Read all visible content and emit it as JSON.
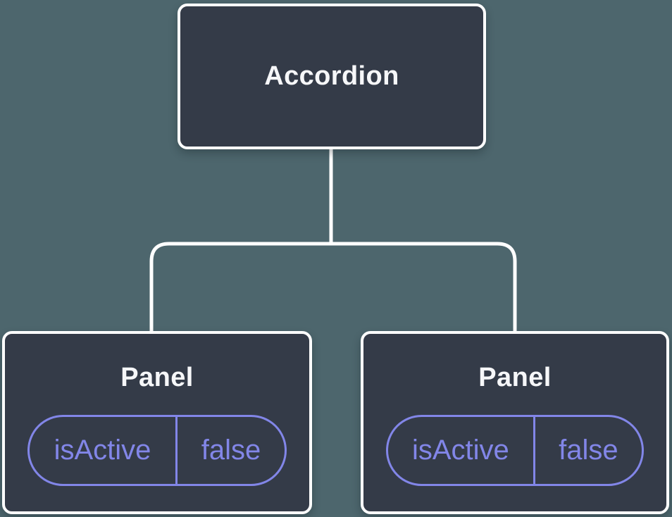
{
  "tree": {
    "root": {
      "label": "Accordion"
    },
    "children": [
      {
        "label": "Panel",
        "state": {
          "key": "isActive",
          "value": "false"
        }
      },
      {
        "label": "Panel",
        "state": {
          "key": "isActive",
          "value": "false"
        }
      }
    ]
  },
  "colors": {
    "background": "#4D666D",
    "node_fill": "#343B48",
    "node_border": "#FFFFFF",
    "connector": "#FFFFFF",
    "node_label_text": "#F6F7F9",
    "state_accent": "#8286E8"
  }
}
